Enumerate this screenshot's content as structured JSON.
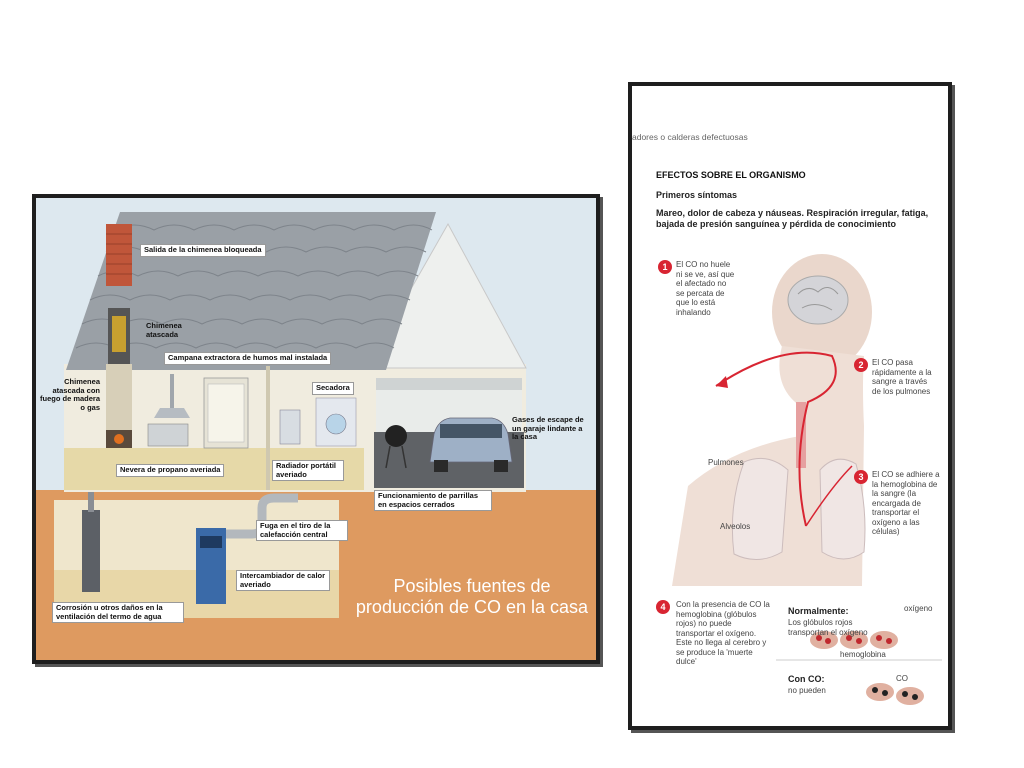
{
  "house": {
    "title_line1": "Posibles fuentes de",
    "title_line2": "producción de CO en la casa",
    "labels": {
      "chimney_exit": "Salida de la chimenea bloqueada",
      "chimney_clogged": "Chimenea atascada",
      "hood": "Campana extractora de humos mal instalada",
      "fireplace": "Chimenea atascada con fuego de madera o gas",
      "dryer": "Secadora",
      "fridge": "Nevera de propano averiada",
      "heater": "Radiador portátil averiado",
      "exhaust": "Gases de escape de un garaje lindante a la casa",
      "grill": "Funcionamiento de parrillas en espacios cerrados",
      "flue_leak": "Fuga en el tiro de la calefacción central",
      "exchanger": "Intercambiador de calor averiado",
      "water_heater": "Corrosión u otros daños en la ventilación del termo de agua"
    }
  },
  "body": {
    "top_caption": "adores o calderas defectuosas",
    "heading": "EFECTOS SOBRE EL ORGANISMO",
    "subheading": "Primeros síntomas",
    "symptoms": "Mareo, dolor de cabeza y náuseas. Respiración irregular, fatiga, bajada de presión sanguínea y pérdida de conocimiento",
    "steps": [
      {
        "n": "1",
        "text": "El CO no huele ni se ve, así que el afectado no se percata de que lo está inhalando"
      },
      {
        "n": "2",
        "text": "El CO pasa rápidamente a la sangre a través de los pulmones"
      },
      {
        "n": "3",
        "text": "El CO se adhiere a la hemoglobina de la sangre (la encargada de transportar el oxígeno a las células)"
      },
      {
        "n": "4",
        "text": "Con la presencia de CO la hemoglobina (glóbulos rojos) no puede transportar el oxígeno. Este no llega al cerebro y se produce la 'muerte dulce'"
      }
    ],
    "lungs_label": "Pulmones",
    "alveoli_label": "Alveolos",
    "normal_title": "Normalmente:",
    "normal_text": "Los glóbulos rojos transportan el oxígeno",
    "oxygen_label": "oxígeno",
    "hemoglobin_label": "hemoglobina",
    "co_title": "Con CO:",
    "co_text": "no pueden",
    "co_label": "CO"
  },
  "colors": {
    "ground": "#de9a60",
    "roof": "#9aa0a6",
    "accent_red": "#d82532"
  }
}
